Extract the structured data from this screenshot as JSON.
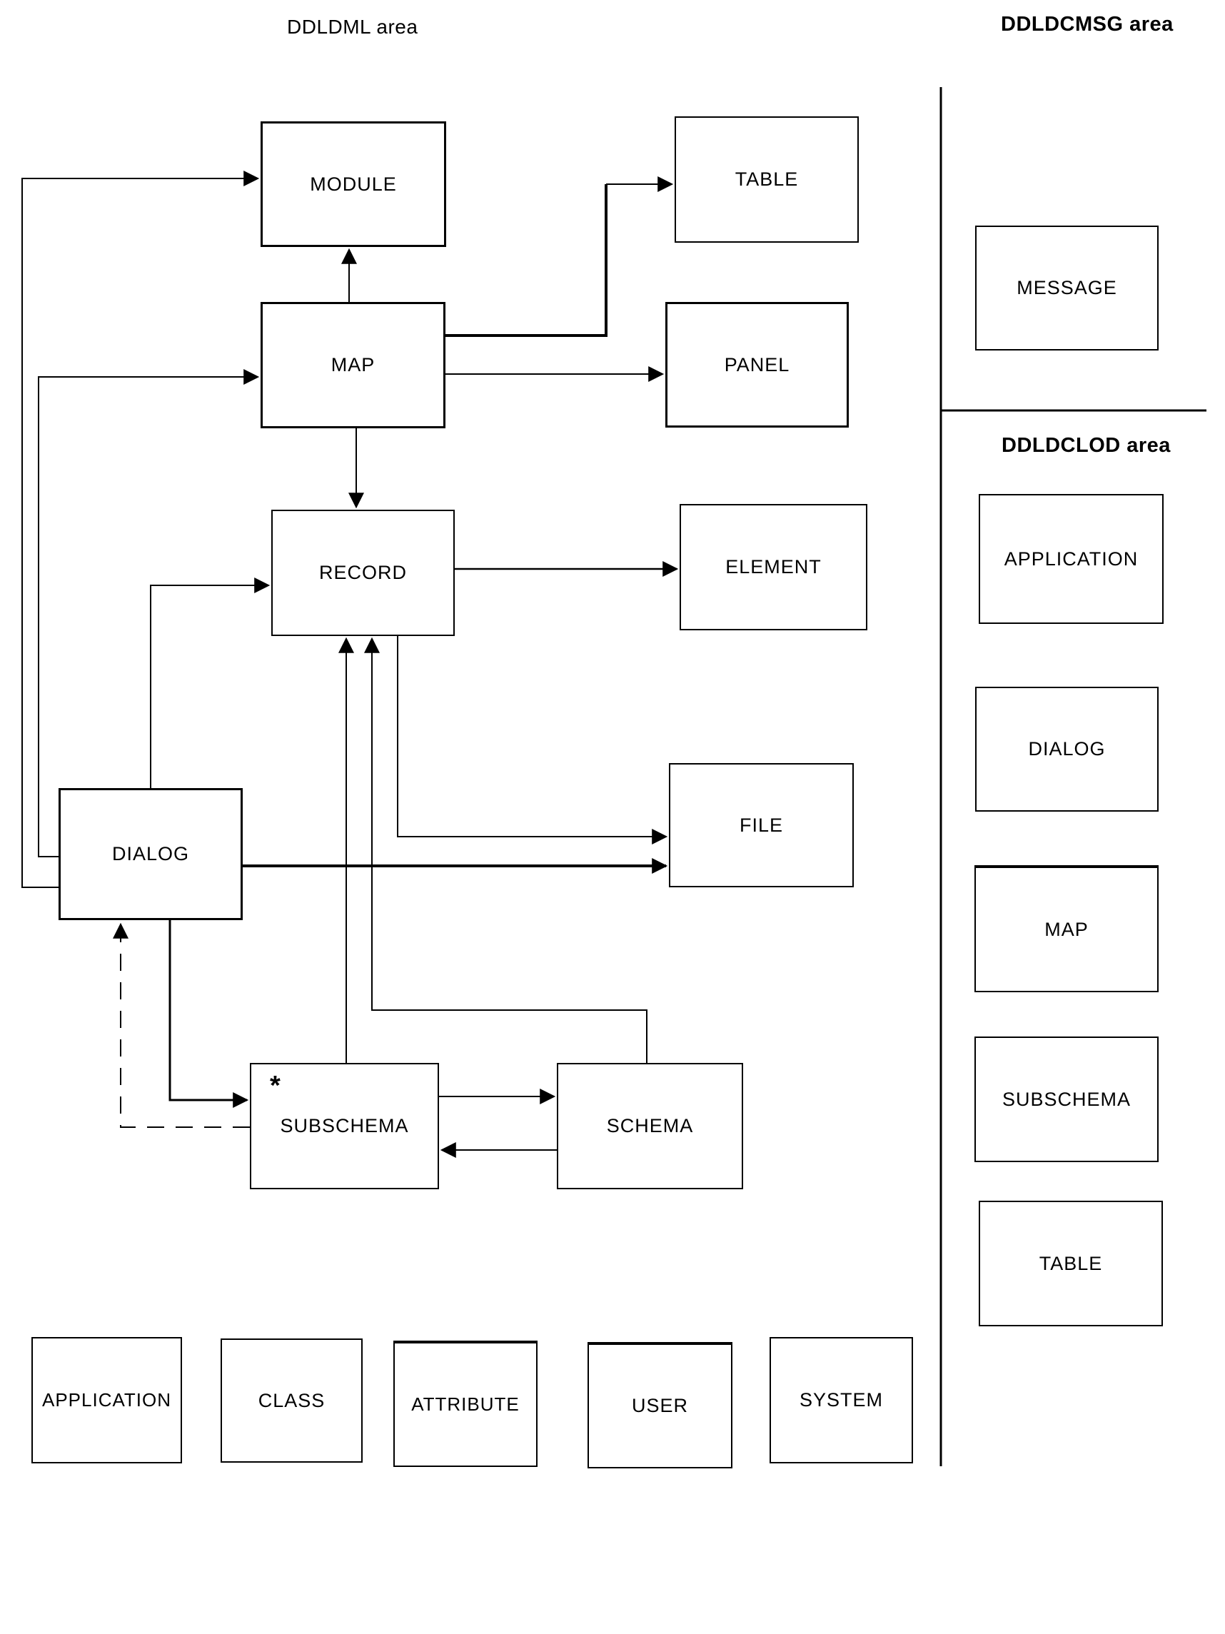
{
  "areas": {
    "ddldml": {
      "label": "DDLDML area"
    },
    "ddldcmsg": {
      "label": "DDLDCMSG area"
    },
    "ddldclod": {
      "label": "DDLDCLOD area"
    }
  },
  "boxes": {
    "module": {
      "label": "MODULE"
    },
    "map": {
      "label": "MAP"
    },
    "table": {
      "label": "TABLE"
    },
    "panel": {
      "label": "PANEL"
    },
    "record": {
      "label": "RECORD"
    },
    "element": {
      "label": "ELEMENT"
    },
    "dialog": {
      "label": "DIALOG"
    },
    "file": {
      "label": "FILE"
    },
    "subschema": {
      "label": "SUBSCHEMA"
    },
    "schema": {
      "label": "SCHEMA"
    },
    "message": {
      "label": "MESSAGE"
    },
    "clod_application": {
      "label": "APPLICATION"
    },
    "clod_dialog": {
      "label": "DIALOG"
    },
    "clod_map": {
      "label": "MAP"
    },
    "clod_subschema": {
      "label": "SUBSCHEMA"
    },
    "clod_table": {
      "label": "TABLE"
    },
    "bottom_application": {
      "label": "APPLICATION"
    },
    "bottom_class": {
      "label": "CLASS"
    },
    "bottom_attribute": {
      "label": "ATTRIBUTE"
    },
    "bottom_user": {
      "label": "USER"
    },
    "bottom_system": {
      "label": "SYSTEM"
    }
  },
  "subschema_marker": "*",
  "colors": {
    "line": "#000000",
    "background": "#ffffff"
  },
  "edges": [
    {
      "from": "DIALOG",
      "to": "MODULE",
      "style": "solid"
    },
    {
      "from": "DIALOG",
      "to": "MAP",
      "style": "solid"
    },
    {
      "from": "MAP",
      "to": "MODULE",
      "style": "solid"
    },
    {
      "from": "MAP",
      "to": "TABLE",
      "style": "solid"
    },
    {
      "from": "MAP",
      "to": "PANEL",
      "style": "solid"
    },
    {
      "from": "MAP",
      "to": "RECORD",
      "style": "solid"
    },
    {
      "from": "RECORD",
      "to": "ELEMENT",
      "style": "solid"
    },
    {
      "from": "DIALOG",
      "to": "RECORD",
      "style": "solid"
    },
    {
      "from": "SUBSCHEMA",
      "to": "RECORD",
      "style": "solid"
    },
    {
      "from": "SCHEMA",
      "to": "RECORD",
      "style": "solid"
    },
    {
      "from": "RECORD",
      "to": "FILE",
      "style": "solid"
    },
    {
      "from": "DIALOG",
      "to": "FILE",
      "style": "solid"
    },
    {
      "from": "DIALOG",
      "to": "SUBSCHEMA",
      "style": "solid"
    },
    {
      "from": "SUBSCHEMA",
      "to": "DIALOG",
      "style": "dashed"
    },
    {
      "from": "SUBSCHEMA",
      "to": "SCHEMA",
      "style": "solid"
    },
    {
      "from": "SCHEMA",
      "to": "SUBSCHEMA",
      "style": "solid"
    }
  ]
}
